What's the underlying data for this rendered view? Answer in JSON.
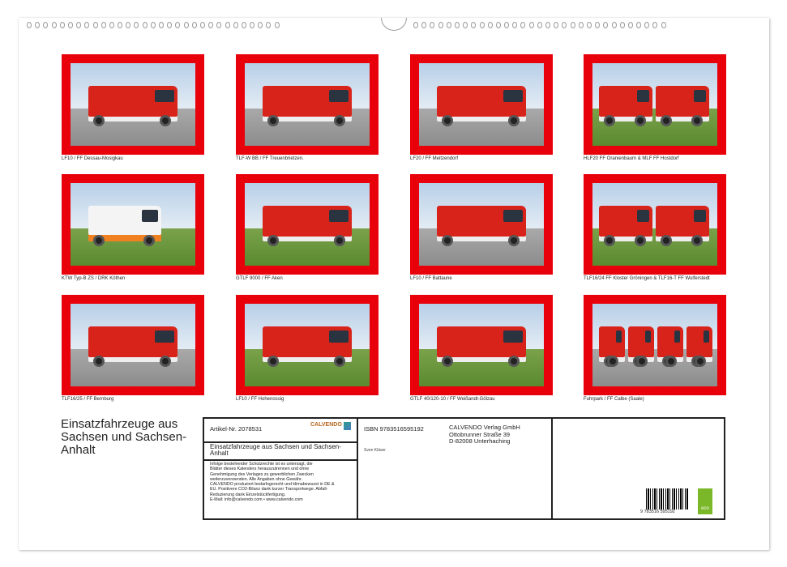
{
  "photos": [
    {
      "caption": "LF10 / FF Dessau-Mosigkau"
    },
    {
      "caption": "TLF-W BB / FF Treuenbrietzen."
    },
    {
      "caption": "LF20 / FF Meitzendorf"
    },
    {
      "caption": "HLF20 FF Oranienbaum & MLF FF Hostdorf"
    },
    {
      "caption": "KTW Typ-B ZS / DRK Köthen"
    },
    {
      "caption": "GTLF 9000 / FF Aken"
    },
    {
      "caption": "LF10 / FF Battaune"
    },
    {
      "caption": "TLF16/24 FF Kloster Gröningen & TLF16-T FF Wulferstedt"
    },
    {
      "caption": "TLF16/25 / FF Bernburg"
    },
    {
      "caption": "LF10 / FF Hohenossig"
    },
    {
      "caption": "GTLF 40/120-10 / FF Weißandt-Gölzau"
    },
    {
      "caption": "Fuhrpark / FF Calbe (Saale)"
    }
  ],
  "calendar_title": "Einsatzfahrzeuge aus Sachsen und Sachsen-Anhalt",
  "info": {
    "article_no": "Artikel-Nr. 2078531",
    "brand": "CALVENDO",
    "title": "Einsatzfahrzeuge aus Sachsen und Sachsen-Anhalt",
    "legal": [
      "Infolge bestehender Schutzrechte ist es untersagt, die",
      "Blätter dieses Kalenders herauszutrennen und ohne",
      "Genehmigung des Verlages zu gewerblichen Zwecken",
      "weiterzuverwenden. Alle Angaben ohne Gewähr.",
      "CALVENDO produziert bedarfsgerecht und klimabewusst in DE &",
      "EU. Positivere CO2-Bilanz dank kurzer Transportwege. Abfall-",
      "Reduzierung dank Einzelstückfertigung.",
      "E-Mail: info@calvendo.com • www.calvendo.com"
    ],
    "isbn": "ISBN 9783516595192",
    "author": "Sven Kläser",
    "publisher": [
      "CALVENDO Verlag GmbH",
      "Ottobrunner Straße 39",
      "D-82008 Unterhaching"
    ],
    "barcode_number": "9 783516 595192",
    "eco_label": "eco"
  },
  "colors": {
    "frame": "#e8000b",
    "eco": "#7ab829"
  }
}
